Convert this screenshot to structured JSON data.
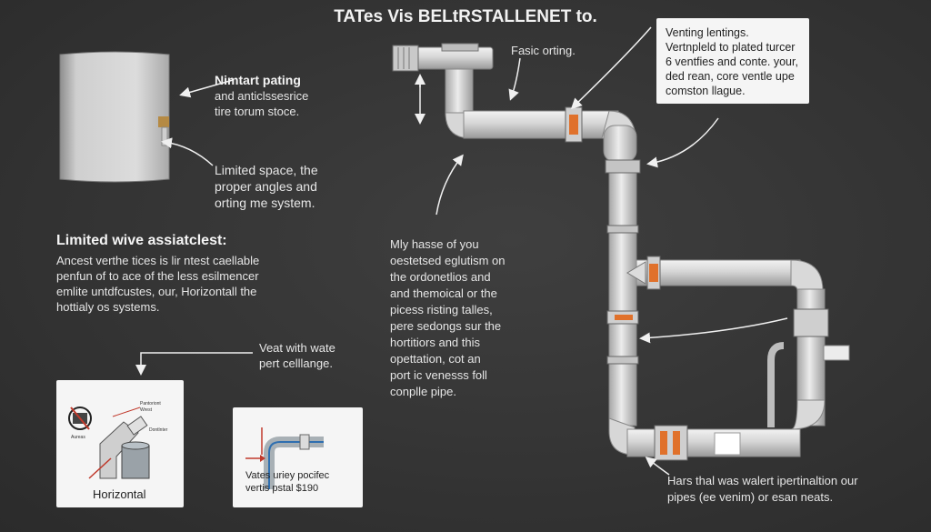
{
  "title": "TATes Vis BELtRSTALLENET to.",
  "top_left_note": {
    "heading": "Nimtart pating",
    "lines": [
      "and anticlssesrice",
      "tire torum stoce."
    ]
  },
  "limited_space_note": {
    "lines": [
      "Limited space, the",
      "proper angles and",
      "orting me system."
    ]
  },
  "section": {
    "heading": "Limited wive assiatclest:",
    "lines": [
      "Ancest verthe tices is lir ntest caellable",
      "penfun  of to ace of the less esilmencer",
      "emlite untdfcustes, our, Horizontall the",
      "hottialy os systems."
    ]
  },
  "vent_note": {
    "lines": [
      "Veat with wate",
      "pert celllange."
    ]
  },
  "fasic_label": "Fasic orting.",
  "venting_box": {
    "lines": [
      "Venting lentings.",
      "Vertnpleld to plated turcer",
      "6 ventfies and conte. your,",
      "ded rean, core ventle upe",
      "comston llague."
    ]
  },
  "middle_note": {
    "lines": [
      "Mly hasse of you",
      "oestetsed eglutism on",
      "the ordonetlios and",
      "and themoical or the",
      "picess risting talles,",
      "pere sedongs sur the",
      "hortitiors and this",
      "opettation, cot an",
      "port ic venesss foll",
      "conplle pipe."
    ]
  },
  "bottom_note": {
    "lines": [
      "Hars thal was walert ipertinaltion our",
      "pipes (ee venim) or esan neats."
    ]
  },
  "thumb1": {
    "label": "Horizontal",
    "small_labels": [
      "Pantoriont",
      "Wrest",
      "Aureas",
      "Dontlnter"
    ]
  },
  "thumb2": {
    "caption_lines": [
      "Vates uriey pocifec",
      "vertis pstal $190"
    ]
  },
  "colors": {
    "background": "#343434",
    "pipe": "#d9d9d9",
    "fitting_accent": "#e0712b"
  }
}
